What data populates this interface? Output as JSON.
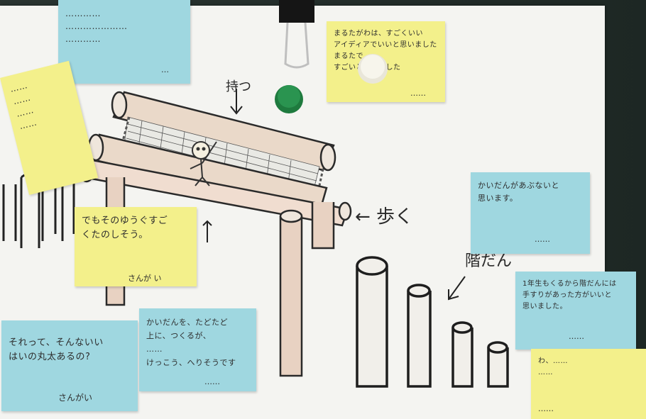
{
  "drawing_labels": {
    "hold": "持つ",
    "walk": "← 歩く",
    "stairs": "階だん"
  },
  "notes": [
    {
      "id": "top-left-blue",
      "text": "…………\n…………………\n…………",
      "sig": "…"
    },
    {
      "id": "left-yellow",
      "text": "……\n……\n……\n……",
      "sig": ""
    },
    {
      "id": "top-yellow",
      "text": "まるたがわは、すごくいい\nアイディアでいいと思いました\nまるたで……\nすごいと思いました",
      "sig": "……"
    },
    {
      "id": "mid-yellow",
      "text": "でもそのゆうぐすご\nくたのしそう。",
      "sig": "さんが い"
    },
    {
      "id": "right-blue",
      "text": "かいだんがあぶないと\n思います。",
      "sig": "……"
    },
    {
      "id": "right-blue-2",
      "text": "1年生もくるから階だんには\n手すりがあった方がいいと\n思いました。",
      "sig": "……"
    },
    {
      "id": "bottom-left-blue",
      "text": "それって、そんないい\nはいの丸太あるの?",
      "sig": "さんがい"
    },
    {
      "id": "bottom-mid-blue",
      "text": "かいだんを、たどたど\n上に、つくるが、\n……\nけっこう、へりそうです",
      "sig": "……"
    },
    {
      "id": "bottom-right-yellow",
      "text": "わ、……\n……",
      "sig": "……"
    }
  ]
}
